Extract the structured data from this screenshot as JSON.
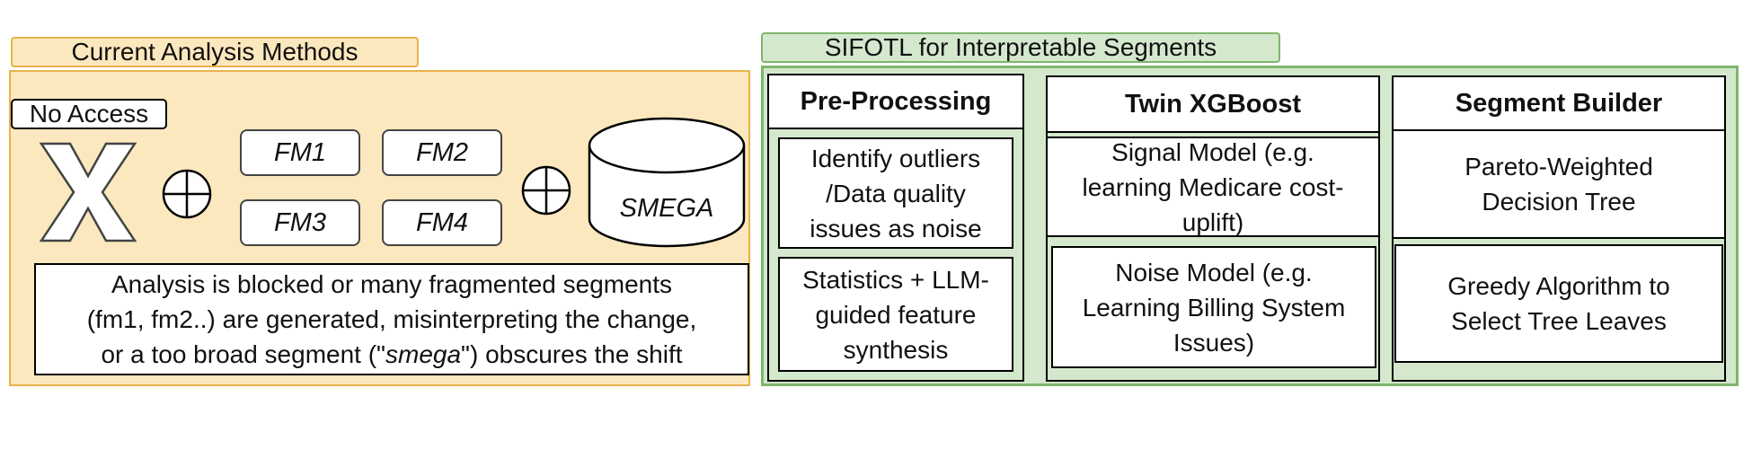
{
  "current": {
    "title": "Current Analysis Methods",
    "no_access_label": "No Access",
    "fm_labels": [
      "FM1",
      "FM2",
      "FM3",
      "FM4"
    ],
    "smega_label": "SMEGA",
    "caption": {
      "line1": "Analysis is blocked or many fragmented segments",
      "line2": "(fm1, fm2..) are generated, misinterpreting the change,",
      "line3_pre": "or a too broad segment (\"",
      "line3_em": "smega",
      "line3_post": "\") obscures the shift"
    }
  },
  "sifotl": {
    "title": "SIFOTL for Interpretable Segments",
    "columns": [
      {
        "header": "Pre-Processing",
        "boxes": [
          [
            "Identify outliers",
            "/Data quality",
            "issues as noise"
          ],
          [
            "Statistics + LLM-",
            "guided feature",
            "synthesis"
          ]
        ]
      },
      {
        "header": "Twin XGBoost",
        "boxes": [
          [
            "Signal Model (e.g.",
            "learning Medicare cost-",
            "uplift)"
          ],
          [
            "Noise Model (e.g.",
            "Learning Billing System",
            "Issues)"
          ]
        ]
      },
      {
        "header": "Segment Builder",
        "boxes": [
          [
            "Pareto-Weighted",
            "Decision Tree"
          ],
          [
            "Greedy Algorithm to",
            "Select Tree Leaves"
          ]
        ]
      }
    ]
  }
}
